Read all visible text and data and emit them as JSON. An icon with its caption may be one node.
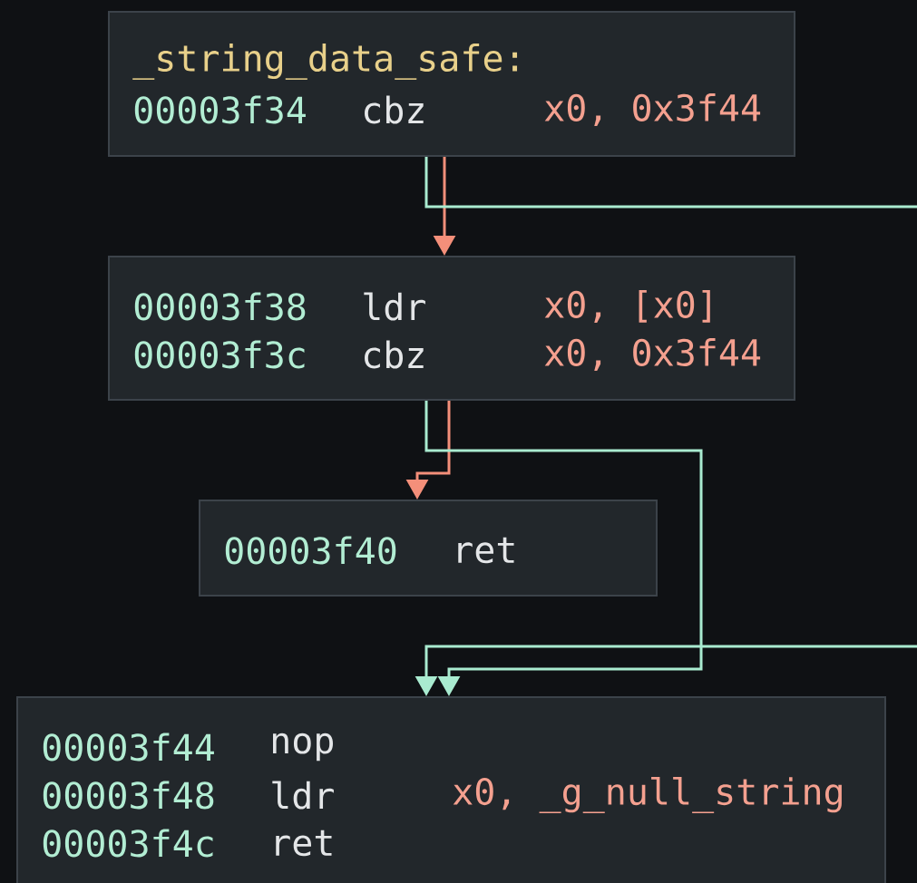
{
  "diagram": {
    "nodes": [
      {
        "text": [
          "_string_data_safe:",
          "00003f34",
          "cbz",
          "x0, 0x3f44"
        ]
      },
      {
        "text": [
          "00003f38",
          "ldr",
          "x0, [x0]",
          "00003f3c",
          "cbz",
          "x0, 0x3f44"
        ]
      },
      {
        "text": [
          "00003f40",
          "ret"
        ]
      },
      {
        "text": [
          "00003f44",
          "nop",
          "00003f48",
          "ldr",
          "x0, _g_null_string",
          "00003f4c",
          "ret"
        ]
      }
    ],
    "edges": [
      {
        "from": 0,
        "to": 1,
        "arrow": "to",
        "color": "#f48f7a"
      },
      {
        "from": 0,
        "to": 3,
        "arrow": "to",
        "color": "#a9ebd0"
      },
      {
        "from": 1,
        "to": 2,
        "arrow": "to",
        "color": "#f48f7a"
      },
      {
        "from": 1,
        "to": 3,
        "arrow": "to",
        "color": "#a9ebd0"
      }
    ]
  }
}
